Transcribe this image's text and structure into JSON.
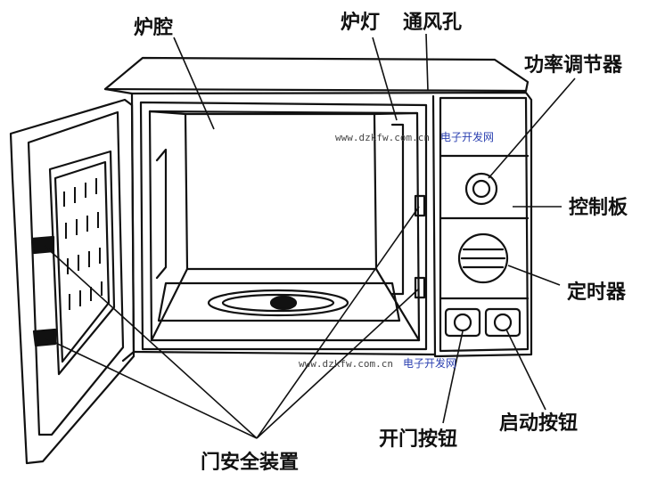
{
  "labels": {
    "cavity": "炉腔",
    "lamp": "炉灯",
    "vent": "通风孔",
    "power_regulator": "功率调节器",
    "control_panel": "控制板",
    "timer": "定时器",
    "start_button": "启动按钮",
    "door_open_button": "开门按钮",
    "door_safety": "门安全装置"
  },
  "watermarks": [
    {
      "url": "www.dzkfw.com.cn",
      "site": "电子开发网"
    },
    {
      "url": "www.dzkfw.com.cn",
      "site": "电子开发网"
    }
  ],
  "colors": {
    "line": "#111111",
    "background": "#ffffff",
    "watermark": "#444444",
    "watermark_site": "#2a3fb0"
  }
}
